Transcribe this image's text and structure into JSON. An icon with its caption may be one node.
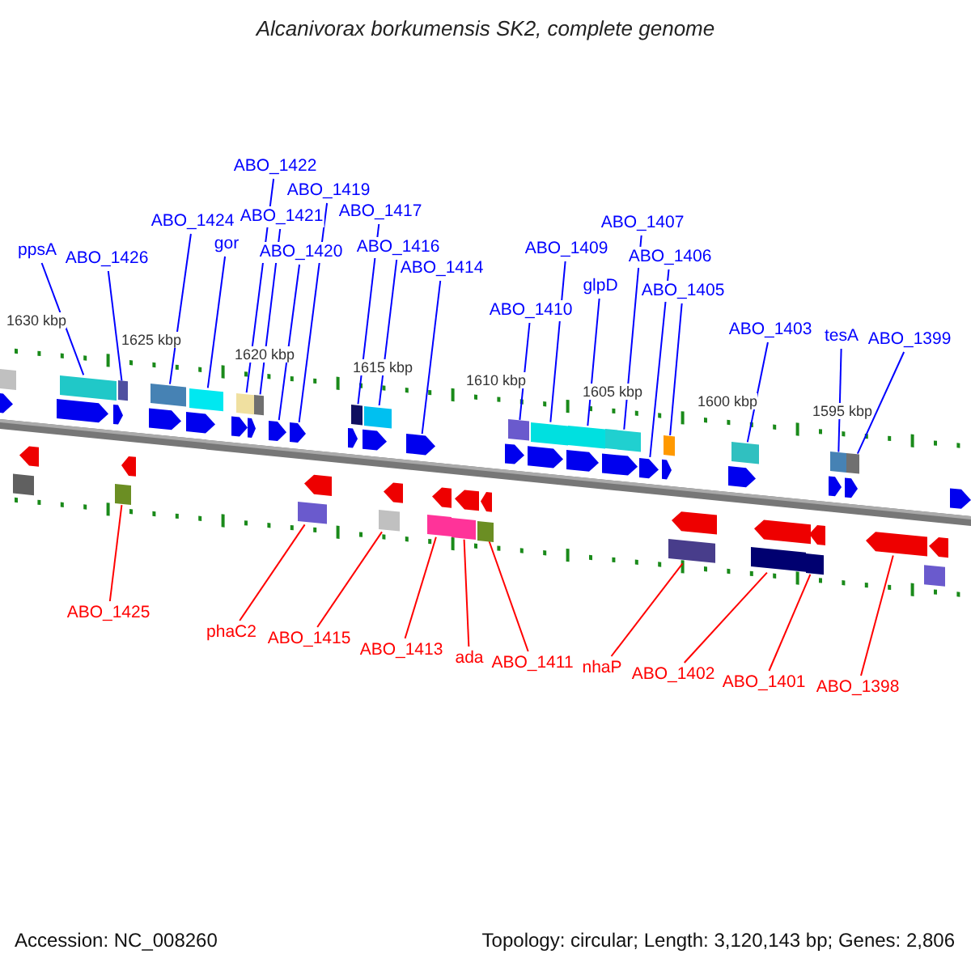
{
  "diagram": {
    "title": "Alcanivorax borkumensis SK2, complete genome",
    "nodes": [
      {
        "text": [
          "ppsA"
        ]
      },
      {
        "text": [
          "ABO_1426"
        ]
      },
      {
        "text": [
          "ABO_1424"
        ]
      },
      {
        "text": [
          "gor"
        ]
      },
      {
        "text": [
          "ABO_1422"
        ]
      },
      {
        "text": [
          "ABO_1421"
        ]
      },
      {
        "text": [
          "ABO_1419"
        ]
      },
      {
        "text": [
          "ABO_1420"
        ]
      },
      {
        "text": [
          "ABO_1417"
        ]
      },
      {
        "text": [
          "ABO_1416"
        ]
      },
      {
        "text": [
          "ABO_1414"
        ]
      },
      {
        "text": [
          "ABO_1410"
        ]
      },
      {
        "text": [
          "ABO_1409"
        ]
      },
      {
        "text": [
          "glpD"
        ]
      },
      {
        "text": [
          "ABO_1407"
        ]
      },
      {
        "text": [
          "ABO_1406"
        ]
      },
      {
        "text": [
          "ABO_1405"
        ]
      },
      {
        "text": [
          "ABO_1403"
        ]
      },
      {
        "text": [
          "tesA"
        ]
      },
      {
        "text": [
          "ABO_1399"
        ]
      },
      {
        "text": [
          "ABO_1425"
        ]
      },
      {
        "text": [
          "phaC2"
        ]
      },
      {
        "text": [
          "ABO_1415"
        ]
      },
      {
        "text": [
          "ABO_1413"
        ]
      },
      {
        "text": [
          "ada"
        ]
      },
      {
        "text": [
          "ABO_1411"
        ]
      },
      {
        "text": [
          "nhaP"
        ]
      },
      {
        "text": [
          "ABO_1402"
        ]
      },
      {
        "text": [
          "ABO_1401"
        ]
      },
      {
        "text": [
          "ABO_1398"
        ]
      },
      {
        "text": [],
        "shape": "bar"
      },
      {
        "text": [],
        "shape": "bar"
      },
      {
        "text": [],
        "shape": "bar"
      },
      {
        "text": [],
        "shape": "bar"
      },
      {
        "text": [],
        "shape": "bar"
      },
      {
        "text": [],
        "shape": "bar"
      },
      {
        "text": [],
        "shape": "bar"
      },
      {
        "text": [],
        "shape": "arrow"
      },
      {
        "text": [],
        "shape": "arrow"
      },
      {
        "text": [],
        "shape": "bar"
      },
      {
        "text": [],
        "shape": "bar"
      },
      {
        "text": [],
        "shape": "bar"
      },
      {
        "text": [],
        "shape": "bar"
      },
      {
        "text": [],
        "shape": "arrow"
      },
      {
        "text": [],
        "shape": "bar"
      },
      {
        "text": [],
        "shape": "bar"
      },
      {
        "text": [],
        "shape": "bar"
      },
      {
        "text": [],
        "shape": "bar"
      },
      {
        "text": [],
        "shape": "bar"
      },
      {
        "text": [],
        "shape": "bar"
      },
      {
        "text": [],
        "shape": "bar"
      },
      {
        "text": [],
        "shape": "arrow"
      },
      {
        "text": [],
        "shape": "bar"
      },
      {
        "text": [],
        "shape": "bar"
      },
      {
        "text": [],
        "shape": "bar"
      },
      {
        "text": [],
        "shape": "bar"
      },
      {
        "text": [],
        "shape": "bar"
      },
      {
        "text": [],
        "shape": "bar"
      },
      {
        "text": [],
        "shape": "bar"
      },
      {
        "text": [],
        "shape": "arrow"
      }
    ],
    "edges": [
      {
        "from": 0,
        "to": 30,
        "arrow": "none"
      },
      {
        "from": 1,
        "to": 32,
        "arrow": "none"
      },
      {
        "from": 2,
        "to": 33,
        "arrow": "none"
      },
      {
        "from": 3,
        "to": 34,
        "arrow": "none"
      },
      {
        "from": 4,
        "to": 35,
        "arrow": "none"
      },
      {
        "from": 5,
        "to": 36,
        "arrow": "none"
      },
      {
        "from": 6,
        "to": 38,
        "arrow": "none"
      },
      {
        "from": 7,
        "to": 37,
        "arrow": "none"
      },
      {
        "from": 8,
        "to": 40,
        "arrow": "none"
      },
      {
        "from": 9,
        "to": 41,
        "arrow": "none"
      },
      {
        "from": 10,
        "to": 43,
        "arrow": "none"
      },
      {
        "from": 11,
        "to": 47,
        "arrow": "none"
      },
      {
        "from": 12,
        "to": 48,
        "arrow": "none"
      },
      {
        "from": 13,
        "to": 49,
        "arrow": "none"
      },
      {
        "from": 14,
        "to": 50,
        "arrow": "none"
      },
      {
        "from": 15,
        "to": 51,
        "arrow": "none"
      },
      {
        "from": 16,
        "to": 52,
        "arrow": "none"
      },
      {
        "from": 17,
        "to": 54,
        "arrow": "none"
      },
      {
        "from": 18,
        "to": 57,
        "arrow": "none"
      },
      {
        "from": 19,
        "to": 58,
        "arrow": "none"
      },
      {
        "from": 20,
        "to": 31,
        "arrow": "none",
        "color": "#ff0000"
      },
      {
        "from": 21,
        "to": 39,
        "arrow": "none",
        "color": "#ff0000"
      },
      {
        "from": 22,
        "to": 42,
        "arrow": "none",
        "color": "#ff0000"
      },
      {
        "from": 23,
        "to": 44,
        "arrow": "none",
        "color": "#ff0000"
      },
      {
        "from": 24,
        "to": 45,
        "arrow": "none",
        "color": "#ff0000"
      },
      {
        "from": 25,
        "to": 46,
        "arrow": "none",
        "color": "#ff0000"
      },
      {
        "from": 26,
        "to": 53,
        "arrow": "none",
        "color": "#ff0000"
      },
      {
        "from": 27,
        "to": 55,
        "arrow": "none",
        "color": "#ff0000"
      },
      {
        "from": 28,
        "to": 56,
        "arrow": "none",
        "color": "#ff0000"
      },
      {
        "from": 29,
        "to": 59,
        "arrow": "none",
        "color": "#ff0000"
      }
    ],
    "labels": [
      "1630 kbp",
      "1625 kbp",
      "1620 kbp",
      "1615 kbp",
      "1610 kbp",
      "1605 kbp",
      "1600 kbp",
      "1595 kbp",
      "Accession: NC_008260",
      "Topology: circular; Length: 3,120,143 bp; Genes: 2,806"
    ]
  }
}
